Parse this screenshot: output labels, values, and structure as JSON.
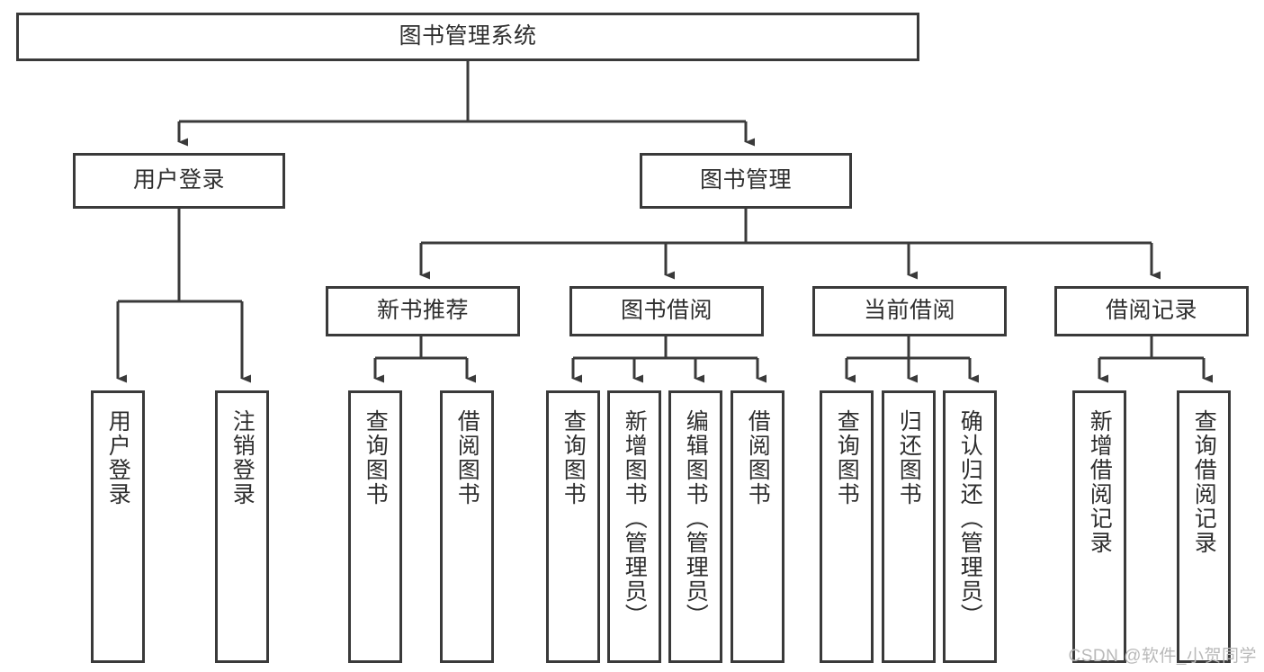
{
  "diagram": {
    "title": "图书管理系统",
    "type": "tree-hierarchy-chart",
    "watermark": "CSDN @软件_小贺同学",
    "colors": {
      "stroke": "#3a3a3a",
      "text": "#2e2e2e",
      "background": "#ffffff",
      "watermark": "#b9b9b9"
    },
    "levels": {
      "root": {
        "label": "图书管理系统"
      },
      "level2": [
        {
          "id": "user-login",
          "label": "用户登录"
        },
        {
          "id": "book-management",
          "label": "图书管理"
        }
      ],
      "level3": [
        {
          "id": "new-book-recommend",
          "label": "新书推荐",
          "parent": "book-management"
        },
        {
          "id": "book-borrow",
          "label": "图书借阅",
          "parent": "book-management"
        },
        {
          "id": "current-borrow",
          "label": "当前借阅",
          "parent": "book-management"
        },
        {
          "id": "borrow-record",
          "label": "借阅记录",
          "parent": "book-management"
        }
      ],
      "leaves": [
        {
          "id": "leaf-user-login",
          "label": "用户登录",
          "parent": "user-login"
        },
        {
          "id": "leaf-logout-login",
          "label": "注销登录",
          "parent": "user-login"
        },
        {
          "id": "leaf-query-book-1",
          "label": "查询图书",
          "parent": "new-book-recommend"
        },
        {
          "id": "leaf-borrow-book-1",
          "label": "借阅图书",
          "parent": "new-book-recommend"
        },
        {
          "id": "leaf-query-book-2",
          "label": "查询图书",
          "parent": "book-borrow"
        },
        {
          "id": "leaf-add-book",
          "label": "新增图书（管理员）",
          "parent": "book-borrow"
        },
        {
          "id": "leaf-edit-book",
          "label": "编辑图书（管理员）",
          "parent": "book-borrow"
        },
        {
          "id": "leaf-borrow-book-2",
          "label": "借阅图书",
          "parent": "book-borrow"
        },
        {
          "id": "leaf-query-book-3",
          "label": "查询图书",
          "parent": "current-borrow"
        },
        {
          "id": "leaf-return-book",
          "label": "归还图书",
          "parent": "current-borrow"
        },
        {
          "id": "leaf-confirm-return",
          "label": "确认归还（管理员）",
          "parent": "current-borrow"
        },
        {
          "id": "leaf-add-record",
          "label": "新增借阅记录",
          "parent": "borrow-record"
        },
        {
          "id": "leaf-query-record",
          "label": "查询借阅记录",
          "parent": "borrow-record"
        }
      ]
    }
  }
}
